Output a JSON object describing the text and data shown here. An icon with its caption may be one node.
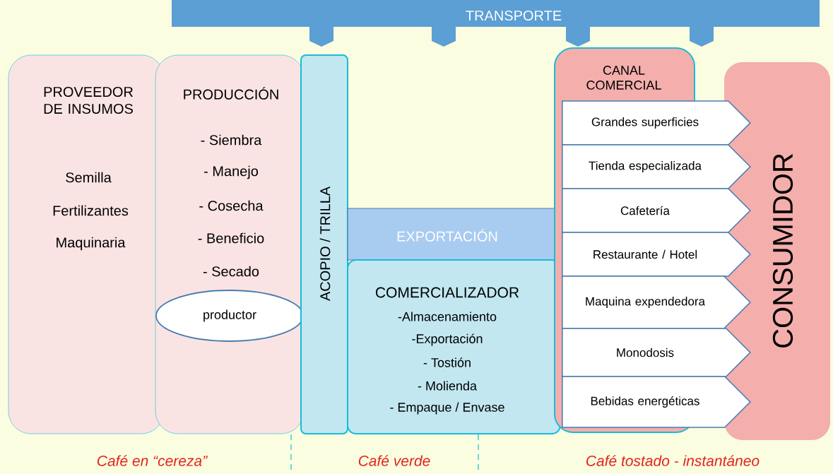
{
  "diagram": {
    "nodes": [
      {
        "text": [
          "TRANSPORTE"
        ]
      },
      {
        "text": [
          "PROVEEDOR DE INSUMOS",
          "Semilla",
          "Fertilizantes",
          "Maquinaria"
        ]
      },
      {
        "text": [
          "PRODUCCIÓN",
          "- Siembra",
          "- Manejo",
          "- Cosecha",
          "- Beneficio",
          "- Secado"
        ]
      },
      {
        "text": [
          "productor"
        ],
        "in": 2
      },
      {
        "text": [
          "ACOPIO / TRILLA"
        ]
      },
      {
        "text": [
          "EXPORTACIÓN"
        ]
      },
      {
        "text": [
          "COMERCIALIZADOR",
          "-Almacenamiento",
          "-Exportación",
          "- Tostión",
          "- Molienda",
          "- Empaque / Envase"
        ]
      },
      {
        "text": [
          "CANAL COMERCIAL"
        ]
      },
      {
        "text": [
          "Grandes superficies"
        ]
      },
      {
        "text": [
          "Tienda especializada"
        ]
      },
      {
        "text": [
          "Cafetería"
        ]
      },
      {
        "text": [
          "Restaurante / Hotel"
        ]
      },
      {
        "text": [
          "Maquina expendedora"
        ]
      },
      {
        "text": [
          "Monodosis"
        ]
      },
      {
        "text": [
          "Bebidas energéticas"
        ]
      },
      {
        "text": [
          "CONSUMIDOR"
        ]
      }
    ],
    "labels": [
      "Café en “cereza”",
      "Café verde",
      "Café tostado - instantáneo"
    ]
  }
}
